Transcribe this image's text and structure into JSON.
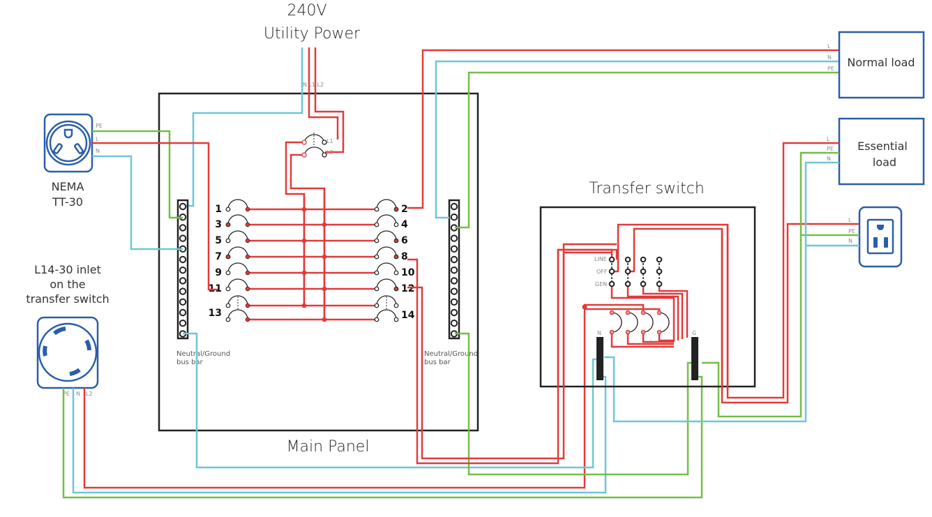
{
  "diagram": {
    "utility": {
      "title_line1": "240V",
      "title_line2": "Utility Power",
      "wire_labels": "N L1 L2"
    },
    "main_panel": {
      "label": "Main Panel",
      "main_breaker_labels": [
        "L1",
        "L2"
      ],
      "breakers_left": [
        "1",
        "3",
        "5",
        "7",
        "9",
        "11",
        "13"
      ],
      "breakers_right": [
        "2",
        "4",
        "6",
        "8",
        "10",
        "12",
        "14"
      ],
      "bus_bar_left_label_1": "Neutral/Ground",
      "bus_bar_left_label_2": "bus bar",
      "bus_bar_right_label_1": "Neutral/Ground",
      "bus_bar_right_label_2": "bus bar"
    },
    "nema_outlet": {
      "label_line1": "NEMA",
      "label_line2": "TT-30",
      "pins": [
        "PE",
        "L",
        "N"
      ]
    },
    "l14_inlet": {
      "label_line1": "L14-30 inlet",
      "label_line2": "on the",
      "label_line3": "transfer switch",
      "pins": [
        "PE",
        "N",
        "L2"
      ]
    },
    "transfer_switch": {
      "label": "Transfer switch",
      "positions": [
        "LINE",
        "OFF",
        "GEN"
      ],
      "bar_n_label": "N",
      "bar_g_label": "G"
    },
    "normal_load": {
      "label": "Normal  load",
      "pins": [
        "L",
        "N",
        "PE"
      ]
    },
    "essential_load": {
      "label_line1": "Essential",
      "label_line2": "load",
      "pins": [
        "L",
        "PE",
        "N"
      ]
    },
    "receptacle": {
      "pins": [
        "L",
        "PE",
        "N"
      ]
    },
    "colors": {
      "line": "#e23a3a",
      "neutral": "#6cc7d6",
      "ground": "#72bf44",
      "device": "#2a5ea8",
      "panel": "#222222"
    }
  }
}
